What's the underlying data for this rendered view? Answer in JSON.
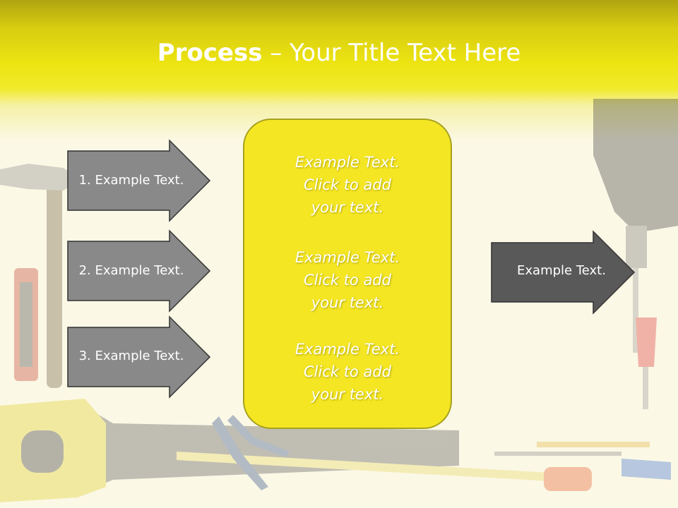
{
  "title": {
    "bold": "Process",
    "rest": " – Your Title Text Here"
  },
  "left_arrows": [
    {
      "label": "1. Example Text."
    },
    {
      "label": "2. Example Text."
    },
    {
      "label": "3. Example Text."
    }
  ],
  "center_box": {
    "paragraphs": [
      {
        "line1": "Example Text.",
        "line2": "Click  to add",
        "line3": "your text."
      },
      {
        "line1": "Example Text.",
        "line2": "Click  to add",
        "line3": "your text."
      },
      {
        "line1": "Example Text.",
        "line2": "Click  to add",
        "line3": "your text."
      }
    ]
  },
  "right_arrow": {
    "label": "Example Text."
  },
  "colors": {
    "title_band": "#e9df14",
    "center_fill": "#f4e623",
    "center_border": "#a6a11d",
    "arrow_light": "#898989",
    "arrow_dark": "#595959"
  }
}
